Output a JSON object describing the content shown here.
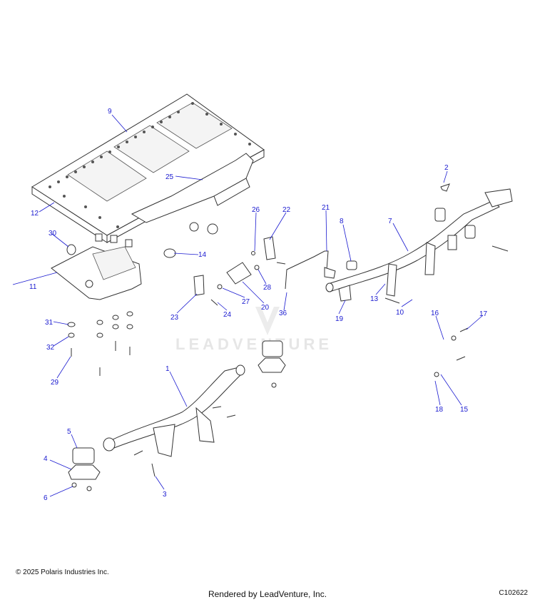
{
  "callouts": [
    {
      "label": "1"
    },
    {
      "label": "2"
    },
    {
      "label": "3"
    },
    {
      "label": "4"
    },
    {
      "label": "5"
    },
    {
      "label": "6"
    },
    {
      "label": "7"
    },
    {
      "label": "8"
    },
    {
      "label": "9"
    },
    {
      "label": "10"
    },
    {
      "label": "11"
    },
    {
      "label": "12"
    },
    {
      "label": "13"
    },
    {
      "label": "14"
    },
    {
      "label": "15"
    },
    {
      "label": "16"
    },
    {
      "label": "17"
    },
    {
      "label": "18"
    },
    {
      "label": "19"
    },
    {
      "label": "20"
    },
    {
      "label": "21"
    },
    {
      "label": "22"
    },
    {
      "label": "23"
    },
    {
      "label": "24"
    },
    {
      "label": "25"
    },
    {
      "label": "26"
    },
    {
      "label": "27"
    },
    {
      "label": "28"
    },
    {
      "label": "29"
    },
    {
      "label": "30"
    },
    {
      "label": "31"
    },
    {
      "label": "32"
    },
    {
      "label": "36"
    }
  ],
  "watermark": "LEADVENTURE",
  "footer": {
    "copyright": "© 2025 Polaris Industries Inc.",
    "rendered_by": "Rendered by LeadVenture, Inc.",
    "drawing_id": "C102622"
  },
  "colors": {
    "callout": "#1a1ad0",
    "linework": "#333333",
    "watermark": "#e6e6e6"
  }
}
